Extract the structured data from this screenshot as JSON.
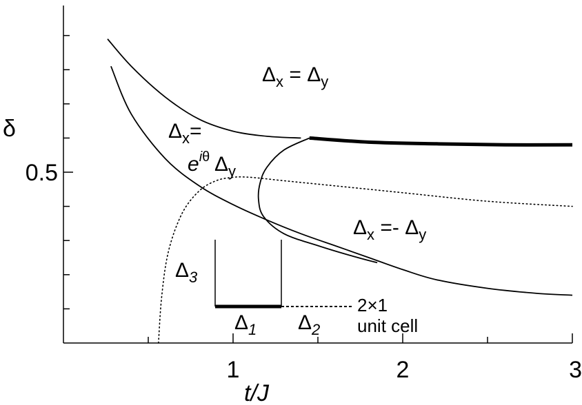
{
  "chart_data": {
    "type": "line",
    "title": "",
    "xlabel": "t/J",
    "ylabel": "δ",
    "xlim": [
      0,
      3
    ],
    "ylim": [
      0.0,
      1.0
    ],
    "x_ticks": [
      {
        "value": 1,
        "label": "1"
      },
      {
        "value": 2,
        "label": "2"
      },
      {
        "value": 3,
        "label": "3"
      }
    ],
    "y_ticks": [
      {
        "value": 0.5,
        "label": "0.5"
      }
    ],
    "grid": false,
    "series": [
      {
        "style": "solid",
        "x": [
          0.26,
          0.4,
          0.6,
          0.8,
          1.0,
          1.2,
          1.4
        ],
        "y": [
          0.89,
          0.81,
          0.72,
          0.655,
          0.62,
          0.605,
          0.6
        ]
      },
      {
        "style": "solid-thick",
        "x": [
          1.45,
          1.8,
          2.2,
          2.6,
          3.0
        ],
        "y": [
          0.6,
          0.588,
          0.583,
          0.58,
          0.58
        ]
      },
      {
        "style": "solid",
        "x": [
          0.28,
          0.4,
          0.6,
          0.8,
          1.0,
          1.2,
          1.4,
          1.6,
          1.8,
          2.0,
          2.2,
          2.5,
          2.8,
          3.0
        ],
        "y": [
          0.81,
          0.67,
          0.54,
          0.46,
          0.405,
          0.36,
          0.32,
          0.285,
          0.25,
          0.215,
          0.185,
          0.16,
          0.145,
          0.14
        ]
      },
      {
        "style": "solid",
        "x": [
          1.45,
          1.3,
          1.2,
          1.16,
          1.15,
          1.18,
          1.3,
          1.5,
          1.7,
          1.85
        ],
        "y": [
          0.6,
          0.565,
          0.515,
          0.47,
          0.42,
          0.37,
          0.32,
          0.285,
          0.255,
          0.235
        ]
      },
      {
        "style": "dotted",
        "x": [
          0.56,
          0.58,
          0.62,
          0.7,
          0.8,
          0.9,
          1.0,
          1.1,
          1.3,
          1.6,
          2.0,
          2.5,
          3.0
        ],
        "y": [
          0.0,
          0.14,
          0.27,
          0.38,
          0.445,
          0.475,
          0.485,
          0.485,
          0.475,
          0.46,
          0.44,
          0.415,
          0.4
        ]
      }
    ],
    "annotations": [
      {
        "text": "Δx = Δy",
        "x": 1.75,
        "y": 0.77
      },
      {
        "text": "Δx=",
        "x": 0.67,
        "y": 0.61
      },
      {
        "text": "eiθ Δy",
        "x": 0.77,
        "y": 0.52
      },
      {
        "text": "Δx =- Δy",
        "x": 1.72,
        "y": 0.33
      }
    ]
  },
  "inset": {
    "delta3": "Δ3",
    "delta1": "Δ1",
    "delta2": "Δ2",
    "cell_size": "2×1",
    "cell_caption": "unit  cell"
  }
}
